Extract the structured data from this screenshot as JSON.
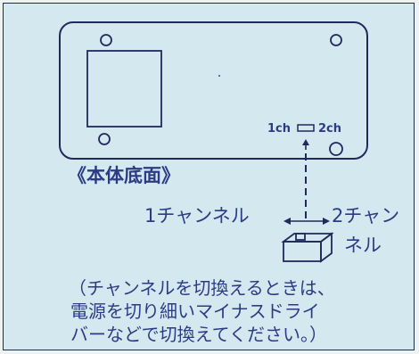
{
  "bottom_view": {
    "title": "《本体底面》",
    "switch_left_label": "1ch",
    "switch_right_label": "2ch"
  },
  "channel_switch": {
    "left_text": "1チャンネル",
    "arrow": "↔",
    "right_text_line1": "2チャン",
    "right_text_line2": "ネル"
  },
  "note": {
    "line1": "（チャンネルを切換えるときは、",
    "line2": "電源を切り細いマイナスドライ",
    "line3": "バーなどで切換えてください。）"
  },
  "colors": {
    "background": "#d4e8ef",
    "text": "#2b3c84",
    "line": "#1e2a5c"
  }
}
